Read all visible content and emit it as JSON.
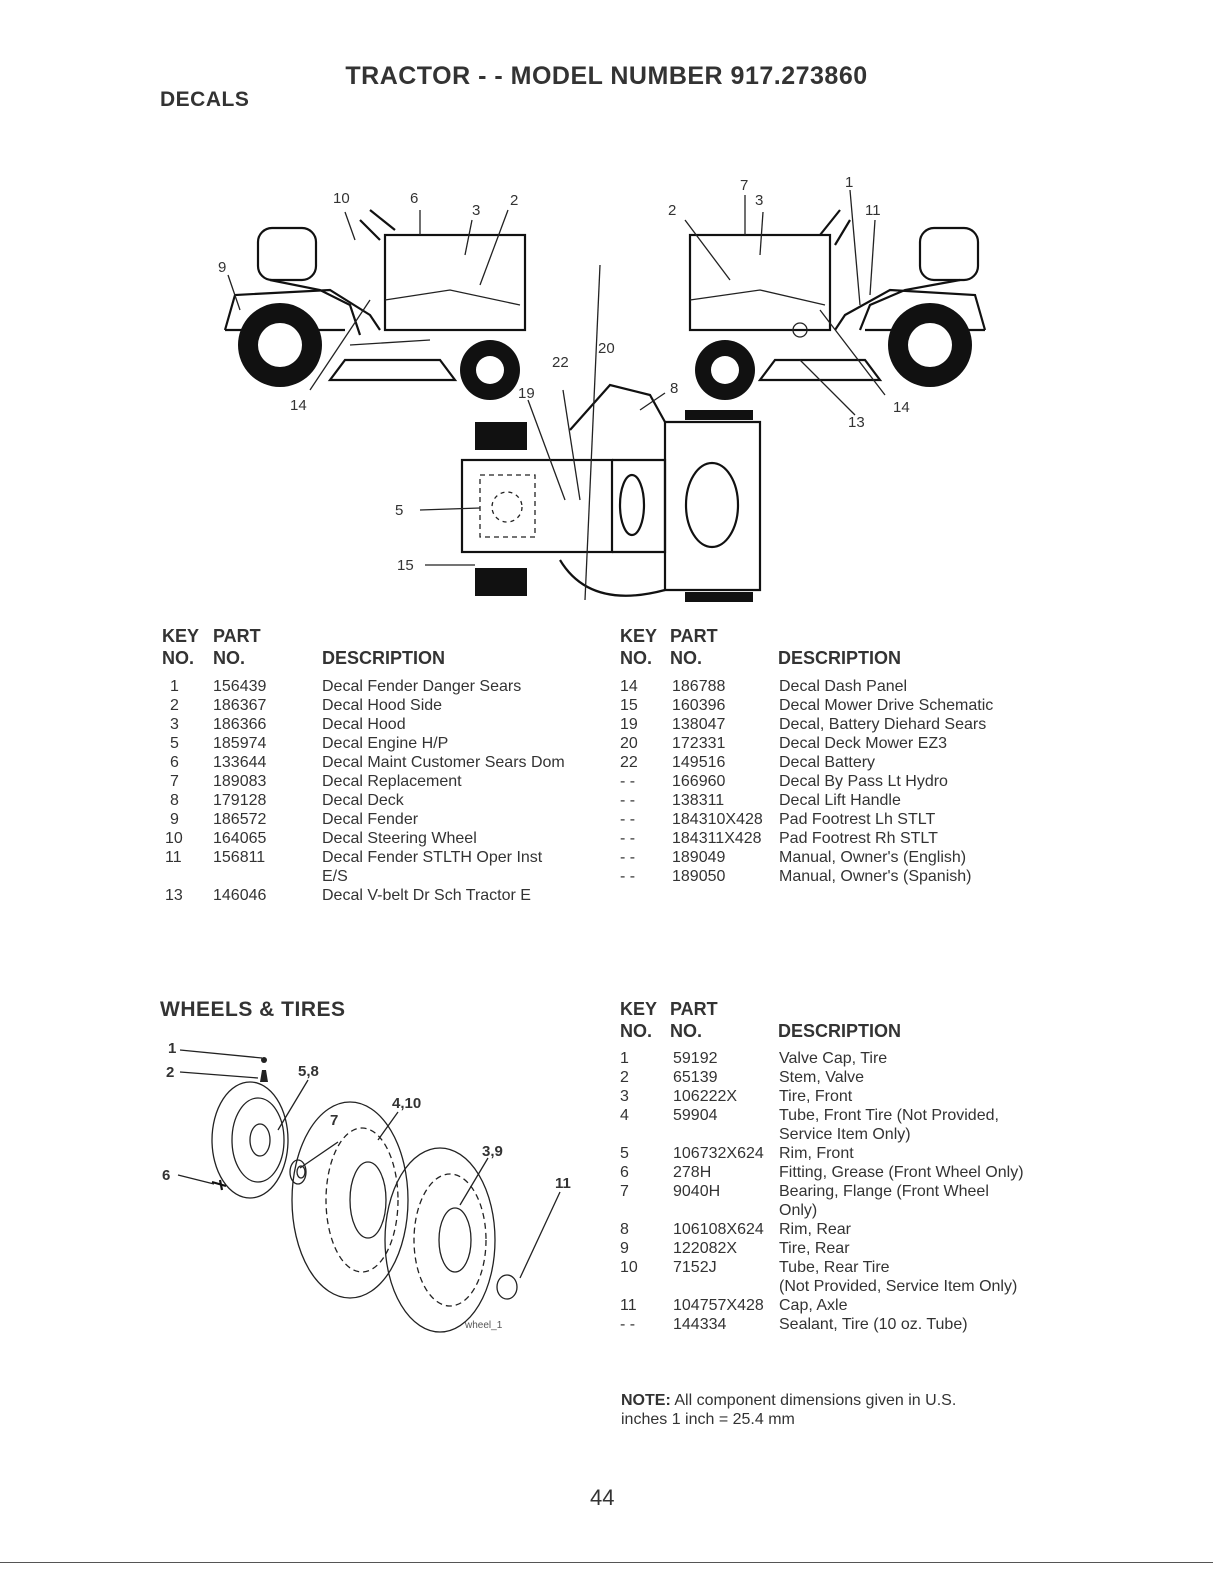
{
  "header": {
    "title": "TRACTOR - - MODEL NUMBER 917.273860"
  },
  "decals": {
    "section_title": "DECALS",
    "diagram_callouts": [
      "10",
      "6",
      "3",
      "2",
      "9",
      "14",
      "7",
      "2",
      "3",
      "1",
      "11",
      "14",
      "13",
      "22",
      "20",
      "19",
      "8",
      "5",
      "15"
    ],
    "col_headers": {
      "key_top": "KEY",
      "part_top": "PART",
      "key_bottom": "NO.",
      "part_bottom": "NO.",
      "description": "DESCRIPTION"
    },
    "left_rows": [
      {
        "key": "1",
        "part": "156439",
        "desc": "Decal Fender Danger Sears"
      },
      {
        "key": "2",
        "part": "186367",
        "desc": "Decal Hood Side"
      },
      {
        "key": "3",
        "part": "186366",
        "desc": "Decal Hood"
      },
      {
        "key": "5",
        "part": "185974",
        "desc": "Decal Engine H/P"
      },
      {
        "key": "6",
        "part": "133644",
        "desc": "Decal Maint Customer Sears Dom"
      },
      {
        "key": "7",
        "part": "189083",
        "desc": "Decal Replacement"
      },
      {
        "key": "8",
        "part": "179128",
        "desc": "Decal Deck"
      },
      {
        "key": "9",
        "part": "186572",
        "desc": "Decal Fender"
      },
      {
        "key": "10",
        "part": "164065",
        "desc": "Decal Steering Wheel"
      },
      {
        "key": "11",
        "part": "156811",
        "desc": "Decal Fender STLTH Oper Inst"
      },
      {
        "key": "",
        "part": "",
        "desc": "E/S"
      },
      {
        "key": "13",
        "part": "146046",
        "desc": "Decal V-belt Dr Sch Tractor E"
      }
    ],
    "right_rows": [
      {
        "key": "14",
        "part": "186788",
        "desc": "Decal Dash Panel"
      },
      {
        "key": "15",
        "part": "160396",
        "desc": "Decal Mower Drive Schematic"
      },
      {
        "key": "19",
        "part": "138047",
        "desc": "Decal, Battery Diehard Sears"
      },
      {
        "key": "20",
        "part": "172331",
        "desc": "Decal Deck Mower EZ3"
      },
      {
        "key": "22",
        "part": "149516",
        "desc": "Decal Battery"
      },
      {
        "key": "- -",
        "part": "166960",
        "desc": "Decal By Pass Lt Hydro"
      },
      {
        "key": "- -",
        "part": "138311",
        "desc": "Decal Lift Handle"
      },
      {
        "key": "- -",
        "part": "184310X428",
        "desc": "Pad Footrest Lh STLT"
      },
      {
        "key": "- -",
        "part": "184311X428",
        "desc": "Pad Footrest Rh STLT"
      },
      {
        "key": "- -",
        "part": "189049",
        "desc": "Manual, Owner's (English)"
      },
      {
        "key": "- -",
        "part": "189050",
        "desc": "Manual, Owner's (Spanish)"
      }
    ]
  },
  "wheels": {
    "section_title": "WHEELS & TIRES",
    "diagram_callouts": [
      "1",
      "2",
      "5,8",
      "4,10",
      "7",
      "3,9",
      "6",
      "11"
    ],
    "diagram_caption": "wheel_1",
    "col_headers": {
      "key_top": "KEY",
      "part_top": "PART",
      "key_bottom": "NO.",
      "part_bottom": "NO.",
      "description": "DESCRIPTION"
    },
    "rows": [
      {
        "key": "1",
        "part": "59192",
        "desc": "Valve Cap, Tire"
      },
      {
        "key": "2",
        "part": "65139",
        "desc": "Stem, Valve"
      },
      {
        "key": "3",
        "part": "106222X",
        "desc": "Tire, Front"
      },
      {
        "key": "4",
        "part": "59904",
        "desc": "Tube, Front Tire (Not Provided,"
      },
      {
        "key": "",
        "part": "",
        "desc": "Service Item Only)"
      },
      {
        "key": "5",
        "part": "106732X624",
        "desc": "Rim, Front"
      },
      {
        "key": "6",
        "part": "278H",
        "desc": "Fitting, Grease (Front Wheel Only)"
      },
      {
        "key": "7",
        "part": "9040H",
        "desc": "Bearing, Flange (Front Wheel"
      },
      {
        "key": "",
        "part": "",
        "desc": "Only)"
      },
      {
        "key": "8",
        "part": "106108X624",
        "desc": "Rim, Rear"
      },
      {
        "key": "9",
        "part": "122082X",
        "desc": "Tire, Rear"
      },
      {
        "key": "10",
        "part": "7152J",
        "desc": "Tube, Rear Tire"
      },
      {
        "key": "",
        "part": "",
        "desc": "(Not Provided, Service Item Only)"
      },
      {
        "key": "11",
        "part": "104757X428",
        "desc": "Cap, Axle"
      },
      {
        "key": "- -",
        "part": "144334",
        "desc": "Sealant, Tire (10 oz. Tube)"
      }
    ]
  },
  "note": {
    "label": "NOTE:",
    "line1": "All component dimensions given in U.S.",
    "line2": "inches 1 inch = 25.4 mm"
  },
  "page_number": "44"
}
